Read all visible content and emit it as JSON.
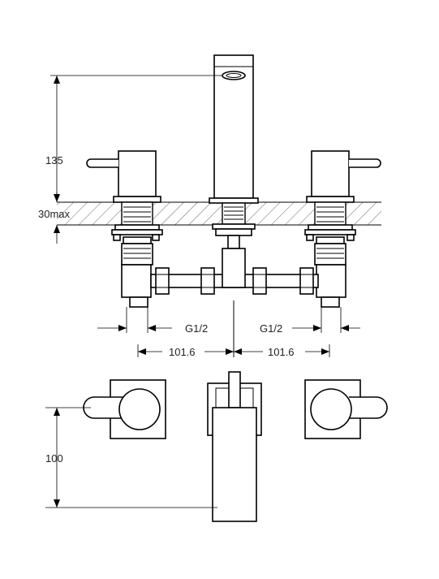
{
  "dimensions": {
    "spout_height": "135",
    "deck_thickness": "30max",
    "thread_left": "G1/2",
    "thread_right": "G1/2",
    "spacing_left": "101.6",
    "spacing_right": "101.6",
    "plan_depth": "100"
  }
}
